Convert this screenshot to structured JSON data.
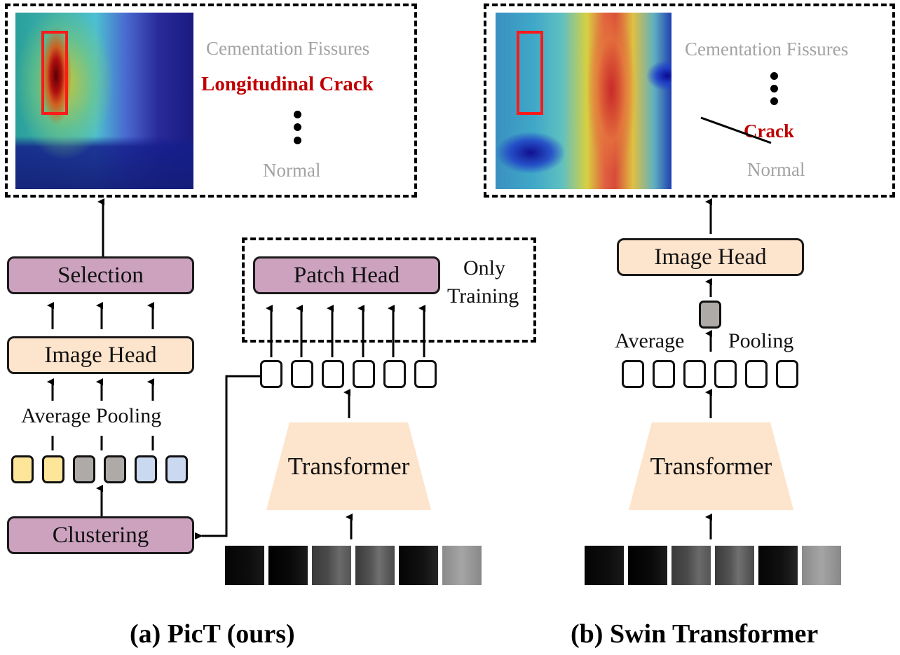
{
  "panel_a": {
    "caption": "(a) PicT (ours)",
    "output": {
      "classes_top": "Cementation Fissures",
      "predicted_class": "Longitudinal Crack",
      "classes_bottom": "Normal",
      "ellipsis": "vertical-ellipsis",
      "heatmap_focus": "on-crack-region"
    },
    "selection_label": "Selection",
    "image_head_label": "Image Head",
    "pooling_label": "Average Pooling",
    "clustering_label": "Clustering",
    "patch_head_label": "Patch Head",
    "only_training_label_1": "Only",
    "only_training_label_2": "Training",
    "transformer_label": "Transformer",
    "cluster_token_colors": [
      "#fde59a",
      "#fde59a",
      "#aeaaa8",
      "#aeaaa8",
      "#cad8f0",
      "#cad8f0"
    ],
    "token_count": 6,
    "input_patch_count": 6
  },
  "panel_b": {
    "caption": "(b) Swin Transformer",
    "output": {
      "classes_top": "Cementation Fissures",
      "wrong_class": "Crack",
      "classes_bottom": "Normal",
      "ellipsis": "vertical-ellipsis",
      "heatmap_focus": "off-crack-region"
    },
    "image_head_label": "Image Head",
    "pooling_label_left": "Average",
    "pooling_label_right": "Pooling",
    "transformer_label": "Transformer",
    "pooled_token_color": "#aeaaa8",
    "token_count": 6,
    "input_patch_count": 6
  },
  "colors": {
    "purple_box": "#cca2bf",
    "peach_box": "#fde4cc",
    "red_prediction": "#c00000",
    "gray_text": "#a3a3a3",
    "bbox_red": "#ff1a1a"
  }
}
